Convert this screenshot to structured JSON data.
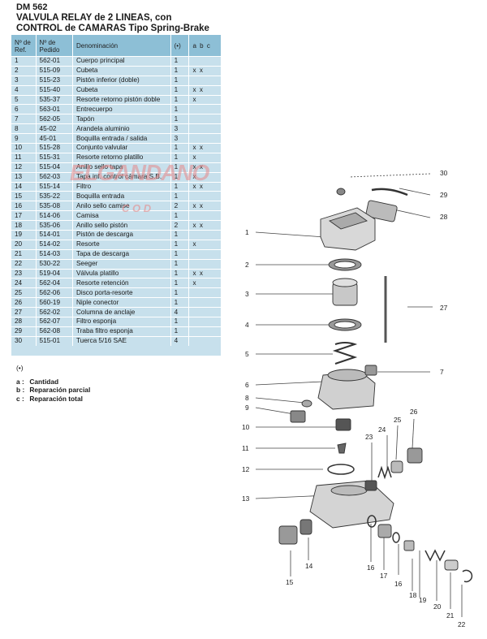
{
  "header": {
    "code": "DM 562",
    "title_line1": "VALVULA RELAY de 2 LINEAS, con",
    "title_line2": "CONTROL de CAMARAS Tipo Spring-Brake"
  },
  "table": {
    "headers": {
      "ref": "Nº de Ref.",
      "pedido": "Nº de Pedido",
      "denominacion": "Denominación",
      "cantidad_flag": "(•)",
      "abc": "a  b  c"
    },
    "rows": [
      {
        "ref": "1",
        "pedido": "562-01",
        "denom": "Cuerpo principal",
        "cant": "1",
        "flags": ""
      },
      {
        "ref": "2",
        "pedido": "515-09",
        "denom": "Cubeta",
        "cant": "1",
        "flags": "x  x"
      },
      {
        "ref": "3",
        "pedido": "515-23",
        "denom": "Pistón inferior (doble)",
        "cant": "1",
        "flags": ""
      },
      {
        "ref": "4",
        "pedido": "515-40",
        "denom": "Cubeta",
        "cant": "1",
        "flags": "x  x"
      },
      {
        "ref": "5",
        "pedido": "535-37",
        "denom": "Resorte retorno pistón doble",
        "cant": "1",
        "flags": "x"
      },
      {
        "ref": "6",
        "pedido": "563-01",
        "denom": "Entrecuerpo",
        "cant": "1",
        "flags": ""
      },
      {
        "ref": "7",
        "pedido": "562-05",
        "denom": "Tapón",
        "cant": "1",
        "flags": ""
      },
      {
        "ref": "8",
        "pedido": "45-02",
        "denom": "Arandela aluminio",
        "cant": "3",
        "flags": ""
      },
      {
        "ref": "9",
        "pedido": "45-01",
        "denom": "Boquilla entrada / salida",
        "cant": "3",
        "flags": ""
      },
      {
        "ref": "10",
        "pedido": "515-28",
        "denom": "Conjunto valvular",
        "cant": "1",
        "flags": "x  x"
      },
      {
        "ref": "11",
        "pedido": "515-31",
        "denom": "Resorte retorno platillo",
        "cant": "1",
        "flags": "x"
      },
      {
        "ref": "12",
        "pedido": "515-04",
        "denom": "Anillo sello tapa",
        "cant": "1",
        "flags": "x  x"
      },
      {
        "ref": "13",
        "pedido": "562-03",
        "denom": "Tapa inf. control cámara S.B.",
        "cant": "1",
        "flags": "x"
      },
      {
        "ref": "14",
        "pedido": "515-14",
        "denom": "Filtro",
        "cant": "1",
        "flags": "x  x"
      },
      {
        "ref": "15",
        "pedido": "535-22",
        "denom": "Boquilla entrada",
        "cant": "1",
        "flags": ""
      },
      {
        "ref": "16",
        "pedido": "535-08",
        "denom": "Anilo sello camise",
        "cant": "2",
        "flags": "x  x"
      },
      {
        "ref": "17",
        "pedido": "514-06",
        "denom": "Camisa",
        "cant": "1",
        "flags": ""
      },
      {
        "ref": "18",
        "pedido": "535-06",
        "denom": "Anillo sello pistón",
        "cant": "2",
        "flags": "x  x"
      },
      {
        "ref": "19",
        "pedido": "514-01",
        "denom": "Pistón de descarga",
        "cant": "1",
        "flags": ""
      },
      {
        "ref": "20",
        "pedido": "514-02",
        "denom": "Resorte",
        "cant": "1",
        "flags": "x"
      },
      {
        "ref": "21",
        "pedido": "514-03",
        "denom": "Tapa de descarga",
        "cant": "1",
        "flags": ""
      },
      {
        "ref": "22",
        "pedido": "530-22",
        "denom": "Seeger",
        "cant": "1",
        "flags": ""
      },
      {
        "ref": "23",
        "pedido": "519-04",
        "denom": "Válvula platillo",
        "cant": "1",
        "flags": "x  x"
      },
      {
        "ref": "24",
        "pedido": "562-04",
        "denom": "Resorte retención",
        "cant": "1",
        "flags": "x"
      },
      {
        "ref": "25",
        "pedido": "562-06",
        "denom": "Disco porta-resorte",
        "cant": "1",
        "flags": ""
      },
      {
        "ref": "26",
        "pedido": "560-19",
        "denom": "Niple conector",
        "cant": "1",
        "flags": ""
      },
      {
        "ref": "27",
        "pedido": "562-02",
        "denom": "Columna de anclaje",
        "cant": "4",
        "flags": ""
      },
      {
        "ref": "28",
        "pedido": "562-07",
        "denom": "Filtro esponja",
        "cant": "1",
        "flags": ""
      },
      {
        "ref": "29",
        "pedido": "562-08",
        "denom": "Traba filtro esponja",
        "cant": "1",
        "flags": ""
      },
      {
        "ref": "30",
        "pedido": "515-01",
        "denom": "Tuerca 5/16 SAE",
        "cant": "4",
        "flags": ""
      }
    ]
  },
  "watermark": {
    "text": "ELGANDANO",
    "sub": "C O D"
  },
  "legend": {
    "mark": "(•)",
    "items": [
      {
        "key": "a :",
        "value": "Cantidad"
      },
      {
        "key": "b :",
        "value": "Reparación parcial"
      },
      {
        "key": "c :",
        "value": "Reparación total"
      }
    ]
  },
  "diagram_labels": {
    "n1": "1",
    "n2": "2",
    "n3": "3",
    "n4": "4",
    "n5": "5",
    "n6": "6",
    "n7": "7",
    "n8": "8",
    "n9": "9",
    "n10": "10",
    "n11": "11",
    "n12": "12",
    "n13": "13",
    "n14": "14",
    "n15": "15",
    "n16a": "16",
    "n16b": "16",
    "n17": "17",
    "n18": "18",
    "n19": "19",
    "n20": "20",
    "n21": "21",
    "n22": "22",
    "n23": "23",
    "n24": "24",
    "n25": "25",
    "n26": "26",
    "n27": "27",
    "n28": "28",
    "n29": "29",
    "n30": "30"
  },
  "colors": {
    "panel": "#c7e0ec",
    "panel_header": "#8dbfd6",
    "watermark": "#e68a8a"
  }
}
